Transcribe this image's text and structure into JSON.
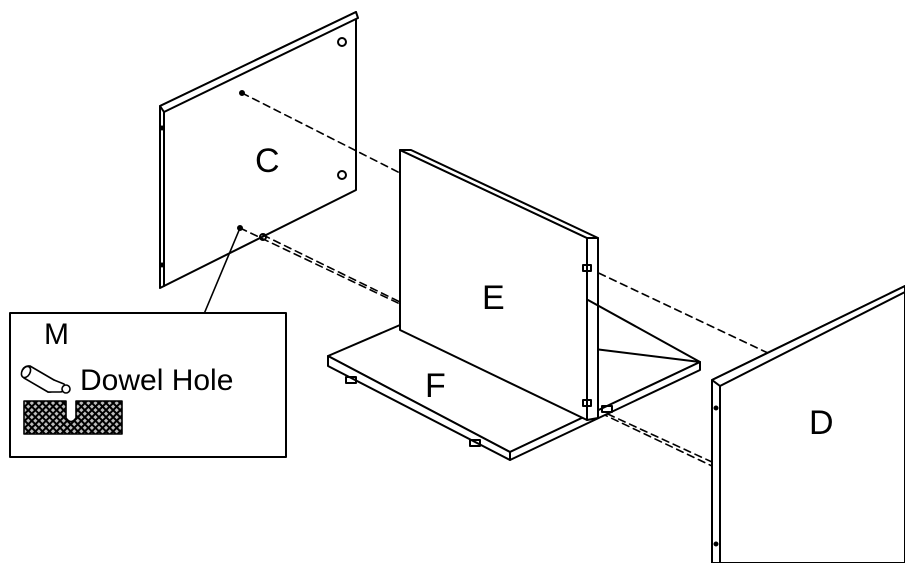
{
  "panels": {
    "c": "C",
    "e": "E",
    "f": "F",
    "d": "D"
  },
  "callout": {
    "part_code": "M",
    "caption": "Dowel Hole"
  },
  "icons": {
    "dowel": "dowel-icon",
    "hole": "dowel-hole-section-icon"
  },
  "colors": {
    "line": "#000000",
    "background": "#ffffff",
    "hatch_fill": "#bdbdbd"
  }
}
